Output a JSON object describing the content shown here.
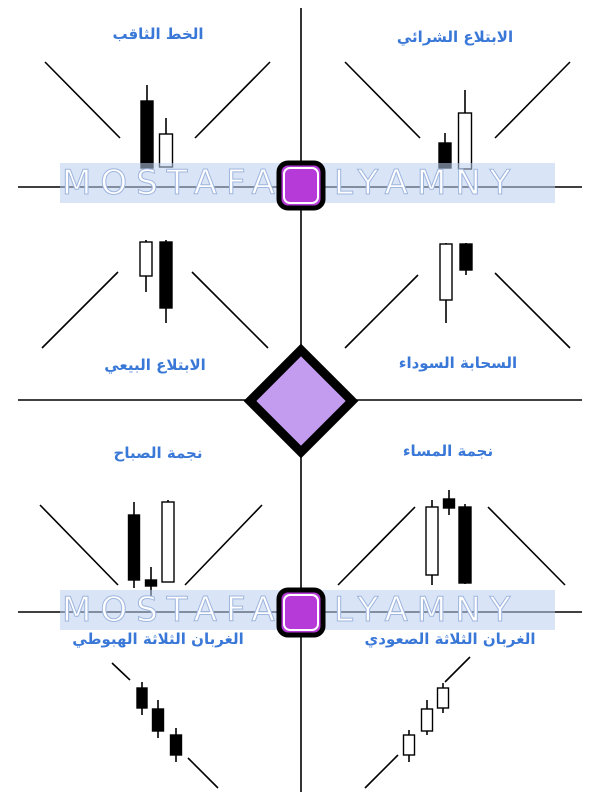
{
  "patterns": {
    "piercing_line": "الخط الثاقب",
    "bullish_engulfing": "الابتلاع الشرائي",
    "bearish_engulfing": "الابتلاع البيعي",
    "dark_cloud_cover": "السحابة السوداء",
    "morning_star": "نجمة الصباح",
    "evening_star": "نجمة المساء",
    "three_black_crows": "الغربان الثلاثة الهبوطي",
    "three_white_soldiers": "الغربان الثلاثة الصعودي"
  },
  "watermark": "Mostafa Elyamny",
  "colors": {
    "label": "#3a78d8",
    "diamond_fill": "#c39cf0",
    "square_fill": "#b53ad8",
    "line": "#000000"
  }
}
